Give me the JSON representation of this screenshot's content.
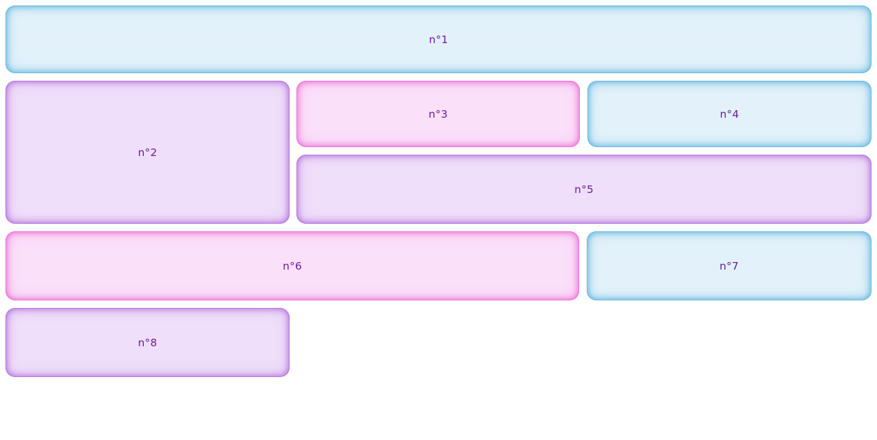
{
  "page": {
    "background_color": "#ffffff",
    "text_color": "#6a1b9a"
  },
  "themes": {
    "blue": {
      "fill": "#e3f2fa",
      "glow": "#56afdc"
    },
    "purple": {
      "fill": "#efdffa",
      "glow": "#ab5ed6"
    },
    "magenta": {
      "fill": "#fbe0fa",
      "glow": "#e85cd0"
    }
  },
  "boxes": [
    {
      "id": "1",
      "label": "n°1",
      "theme": "blue"
    },
    {
      "id": "2",
      "label": "n°2",
      "theme": "purple"
    },
    {
      "id": "3",
      "label": "n°3",
      "theme": "magenta"
    },
    {
      "id": "4",
      "label": "n°4",
      "theme": "blue"
    },
    {
      "id": "5",
      "label": "n°5",
      "theme": "purple"
    },
    {
      "id": "6",
      "label": "n°6",
      "theme": "magenta"
    },
    {
      "id": "7",
      "label": "n°7",
      "theme": "blue"
    },
    {
      "id": "8",
      "label": "n°8",
      "theme": "purple"
    }
  ]
}
